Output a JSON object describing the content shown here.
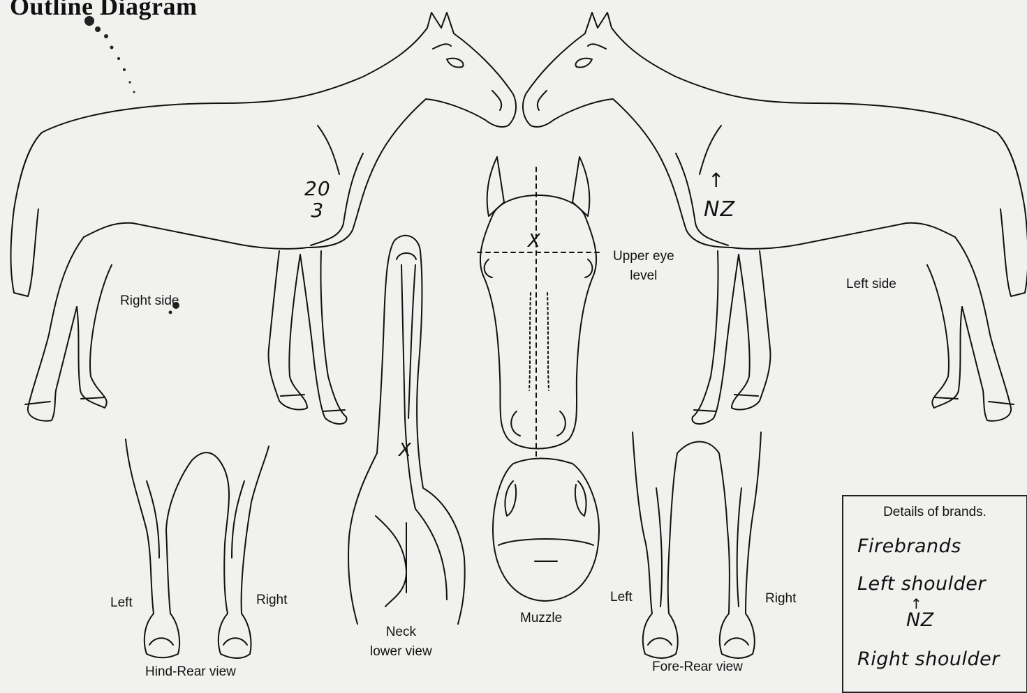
{
  "title": "Outline Diagram",
  "labels": {
    "right_side": "Right side",
    "left_side": "Left side",
    "upper_eye_level": "Upper eye\nlevel",
    "neck_lower_view": "Neck\nlower view",
    "muzzle": "Muzzle",
    "hind_left": "Left",
    "hind_right": "Right",
    "hind_rear_view": "Hind-Rear view",
    "fore_left": "Left",
    "fore_right": "Right",
    "fore_rear_view": "Fore-Rear view"
  },
  "markings": {
    "right_shoulder_brand": "20\n3",
    "left_shoulder_brand": "NZ",
    "face_whorl": "X",
    "neck_whorl": "X"
  },
  "brand_details": {
    "heading": "Details of brands.",
    "line1": "Firebrands",
    "line2": "Left shoulder",
    "line3": "NZ",
    "line4": "Right shoulder"
  }
}
